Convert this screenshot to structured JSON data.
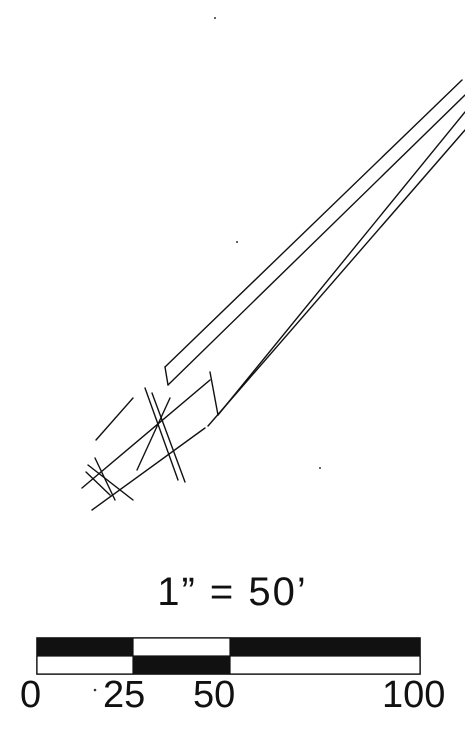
{
  "scale": {
    "title": "1” = 50’",
    "ticks": {
      "t0": "0",
      "t25": "25",
      "t50": "50",
      "t100": "100"
    }
  },
  "colors": {
    "ink": "#111111",
    "background": "#ffffff"
  }
}
